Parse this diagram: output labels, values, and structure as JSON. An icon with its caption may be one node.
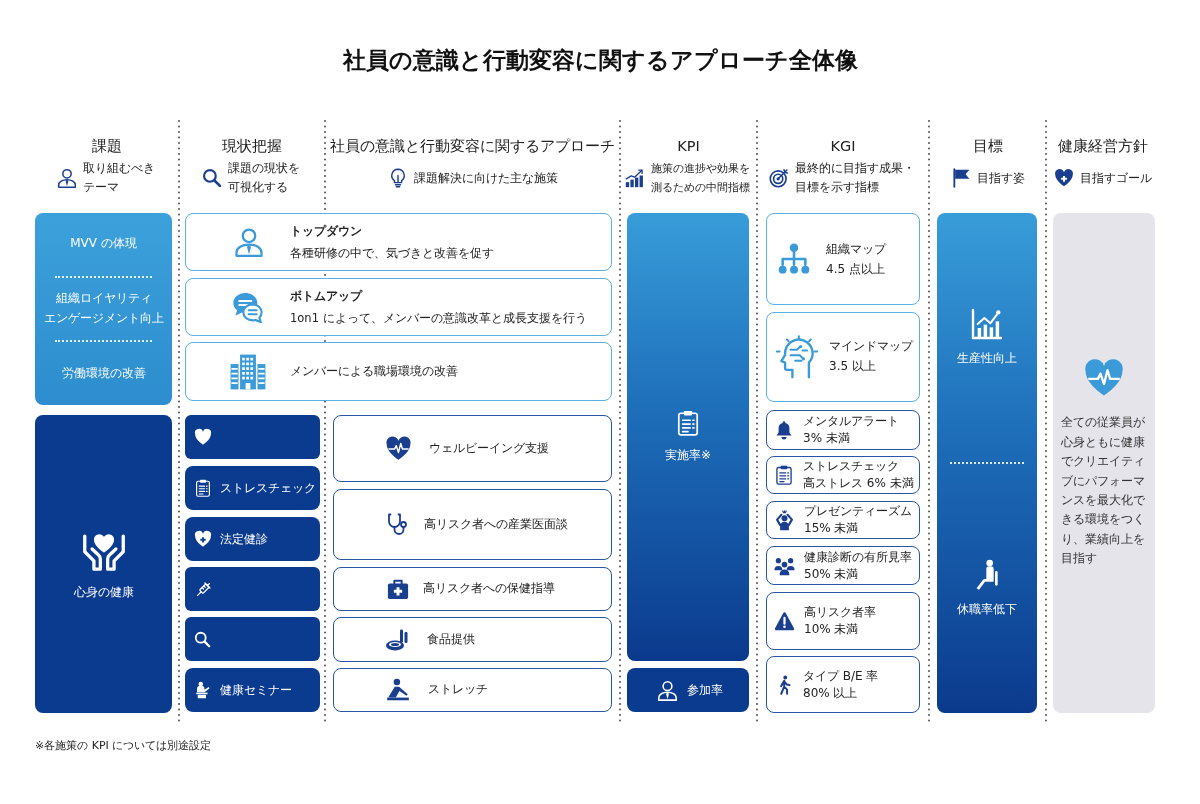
{
  "diagram": {
    "title": "社員の意識と行動変容に関するアプローチ全体像",
    "nodes": [
      {
        "text": [
          "MVV の体現",
          "組織ロイヤリティ",
          "エンゲージメント向上",
          "労働環境の改善"
        ]
      },
      {
        "text": [
          "心身の健康"
        ]
      },
      {
        "text": [],
        "shape": "box"
      },
      {
        "text": [
          "ストレスチェック"
        ]
      },
      {
        "text": [
          "法定健診"
        ]
      },
      {
        "text": [],
        "shape": "box"
      },
      {
        "text": [],
        "shape": "box"
      },
      {
        "text": [
          "健康セミナー"
        ]
      },
      {
        "text": [
          "トップダウン",
          "各種研修の中で、気づきと改善を促す"
        ]
      },
      {
        "text": [
          "ボトムアップ",
          "1on1 によって、メンバーの意識改革と成長支援を行う"
        ]
      },
      {
        "text": [
          "メンバーによる職場環境の改善"
        ]
      },
      {
        "text": [
          "ウェルビーイング支援"
        ]
      },
      {
        "text": [
          "高リスク者への産業医面談"
        ]
      },
      {
        "text": [
          "高リスク者への保健指導"
        ]
      },
      {
        "text": [
          "食品提供"
        ]
      },
      {
        "text": [
          "ストレッチ"
        ]
      },
      {
        "text": [
          "実施率※"
        ]
      },
      {
        "text": [
          "参加率"
        ]
      },
      {
        "text": [
          "組織マップ",
          "4.5 点以上"
        ]
      },
      {
        "text": [
          "マインドマップ",
          "3.5 以上"
        ]
      },
      {
        "text": [
          "メンタルアラート 3% 未満"
        ]
      },
      {
        "text": [
          "ストレスチェック",
          "高ストレス 6% 未満"
        ]
      },
      {
        "text": [
          "プレゼンティーズム",
          "15% 未満"
        ]
      },
      {
        "text": [
          "健康診断の有所見率",
          "50% 未満"
        ]
      },
      {
        "text": [
          "高リスク者率",
          "10% 未満"
        ]
      },
      {
        "text": [
          "タイプ B/E 率",
          "80% 以上"
        ]
      },
      {
        "text": [
          "生産性向上",
          "休職率低下"
        ]
      },
      {
        "text": [
          "全ての従業員が心身ともに健康でクリエイティブにパフォーマンスを最大化できる環境をつくり、業績向上を目指す"
        ]
      }
    ],
    "labels": [
      "課題",
      "取り組むべきテーマ",
      "現状把握",
      "課題の現状を可視化する",
      "社員の意識と行動変容に関するアプローチ",
      "課題解決に向けた主な施策",
      "KPI",
      "施策の進捗や効果を測るための中間指標",
      "KGI",
      "最終的に目指す成果・目標を示す指標",
      "目標",
      "目指す姿",
      "健康経営方針",
      "目指すゴール",
      "※各施策の KPI については別途設定"
    ]
  }
}
